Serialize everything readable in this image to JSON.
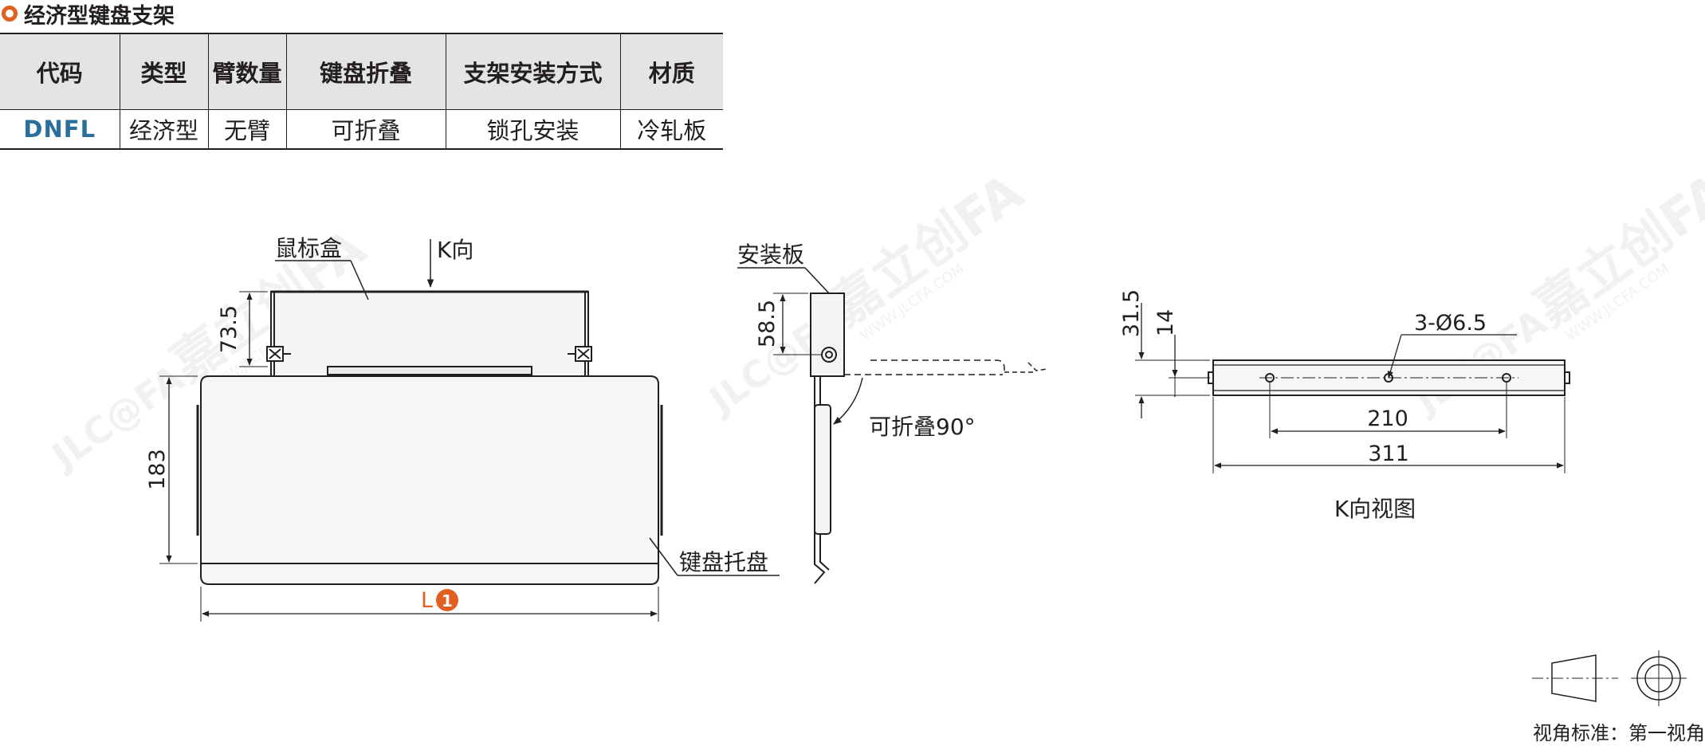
{
  "title": "经济型键盘支架",
  "table": {
    "headers": [
      "代码",
      "类型",
      "臂数量",
      "键盘折叠",
      "支架安装方式",
      "材质"
    ],
    "rows": [
      [
        "DNFL",
        "经济型",
        "无臂",
        "可折叠",
        "锁孔安装",
        "冷轧板"
      ]
    ]
  },
  "front_view": {
    "mouse_box_label": "鼠标盒",
    "k_direction_label": "K向",
    "tray_label": "键盘托盘",
    "dim_box_height": "73.5",
    "dim_tray_height": "183",
    "length_label": "L",
    "length_badge": "1"
  },
  "side_view": {
    "mount_plate_label": "安装板",
    "dim_plate_height": "58.5",
    "fold_label": "可折叠90°"
  },
  "k_view": {
    "caption": "K向视图",
    "dim_31_5": "31.5",
    "dim_14": "14",
    "hole_label": "3-Ø6.5",
    "dim_210": "210",
    "dim_311": "311"
  },
  "projection": {
    "label": "视角标准：第一视角"
  },
  "watermark": {
    "text": "嘉立创FA",
    "sub": "WWW.JLCFA.COM",
    "logo": "JLC@FA"
  },
  "colors": {
    "accent": "#e35f1f",
    "code_blue": "#2a6f9b",
    "line": "#231f20",
    "header_bg": "#e4e4e4"
  }
}
